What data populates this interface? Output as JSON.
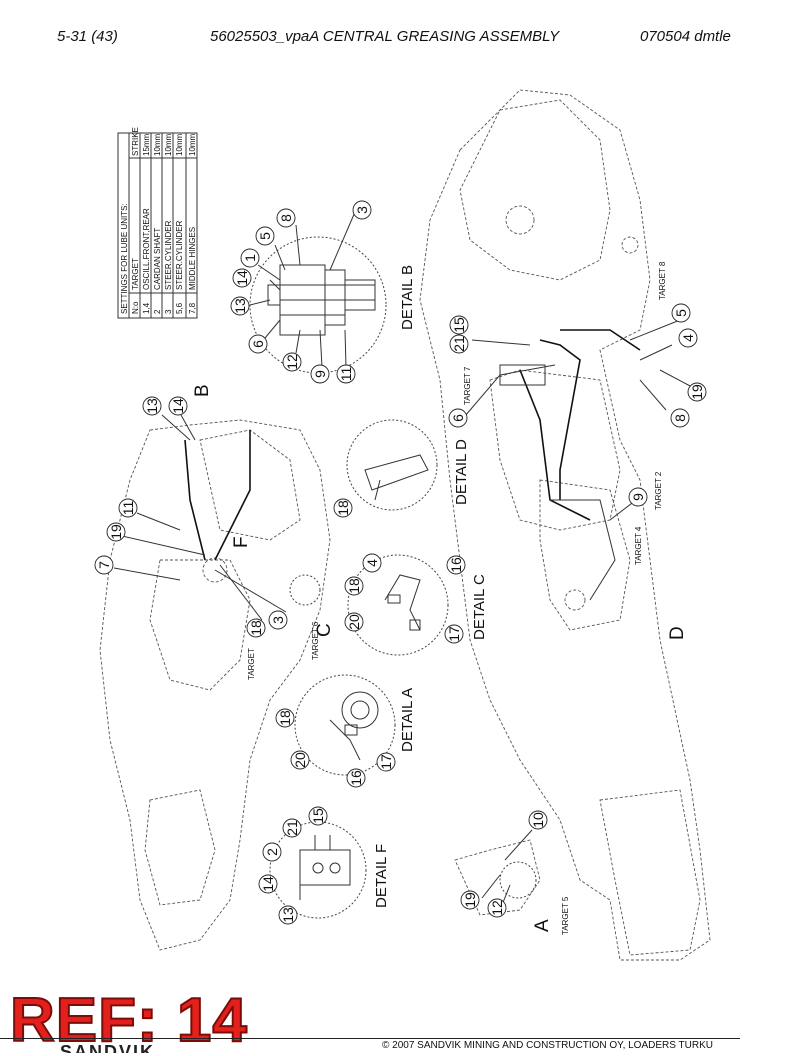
{
  "header": {
    "page": "5-31 (43)",
    "title": "56025503_vpaA CENTRAL GREASING ASSEMBLY",
    "code": "070504 dmtle"
  },
  "settings_table": {
    "title": "SETTINGS FOR LUBE UNITS:",
    "columns": [
      "N:o",
      "TARGET",
      "STRIKE"
    ],
    "rows": [
      {
        "no": "1,4",
        "target": "OSCILL.FRONT,REAR",
        "strike": "15mm"
      },
      {
        "no": "2",
        "target": "CARDAN SHAFT",
        "strike": "10mm"
      },
      {
        "no": "3",
        "target": "STEER.CYLINDER",
        "strike": "10mm"
      },
      {
        "no": "5,6",
        "target": "STEER.CYLINDER",
        "strike": "10mm"
      },
      {
        "no": "7,8",
        "target": "MIDDLE HINGES",
        "strike": "10mm"
      }
    ]
  },
  "details": {
    "a": "DETAIL A",
    "b": "DETAIL B",
    "c": "DETAIL C",
    "d": "DETAIL D",
    "f": "DETAIL F"
  },
  "view_letters": {
    "a": "A",
    "b": "B",
    "c": "C",
    "d": "D",
    "f": "F"
  },
  "targets": {
    "t1": "TARGET",
    "t2": "TARGET 2",
    "t4": "TARGET 4",
    "t5": "TARGET 5",
    "t6": "TARGET 6",
    "t7": "TARGET 7",
    "t8": "TARGET 8"
  },
  "balloons": [
    "1",
    "2",
    "3",
    "4",
    "5",
    "6",
    "7",
    "8",
    "9",
    "10",
    "11",
    "12",
    "13",
    "14",
    "15",
    "16",
    "17",
    "18",
    "19",
    "20",
    "21"
  ],
  "ref_stamp": "REF: 14",
  "logo": "SANDVIK",
  "footer": "© 2007 SANDVIK MINING AND CONSTRUCTION OY, LOADERS TURKU"
}
